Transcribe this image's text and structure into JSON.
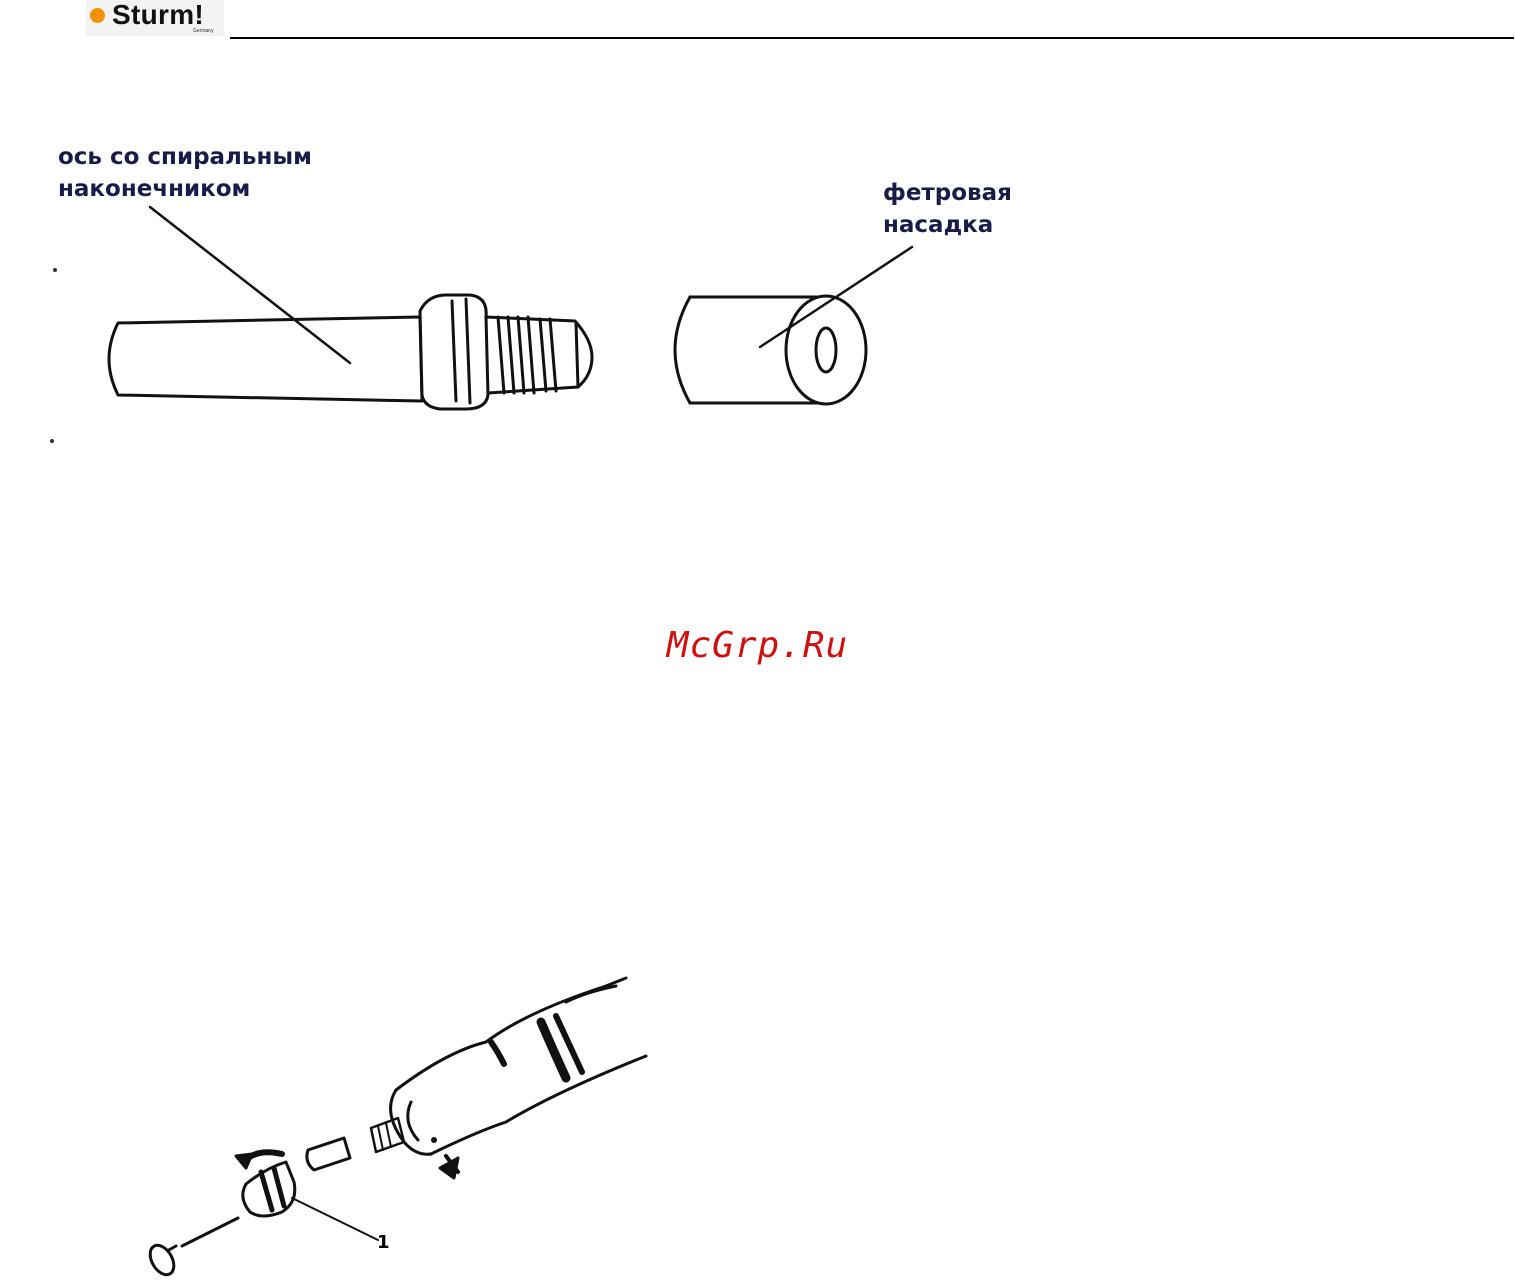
{
  "header": {
    "brand": "Sturm!",
    "brand_sub": "Germany",
    "accent_color": "#f39200"
  },
  "figure_1": {
    "label_shaft_line1": "ось со спиральным",
    "label_shaft_line2": "наконечником",
    "label_felt_line1": "фетровая",
    "label_felt_line2": "насадка"
  },
  "watermark": {
    "text": "McGrp.Ru",
    "color": "#cc1111"
  },
  "figure_2": {
    "callout_number": "1"
  }
}
